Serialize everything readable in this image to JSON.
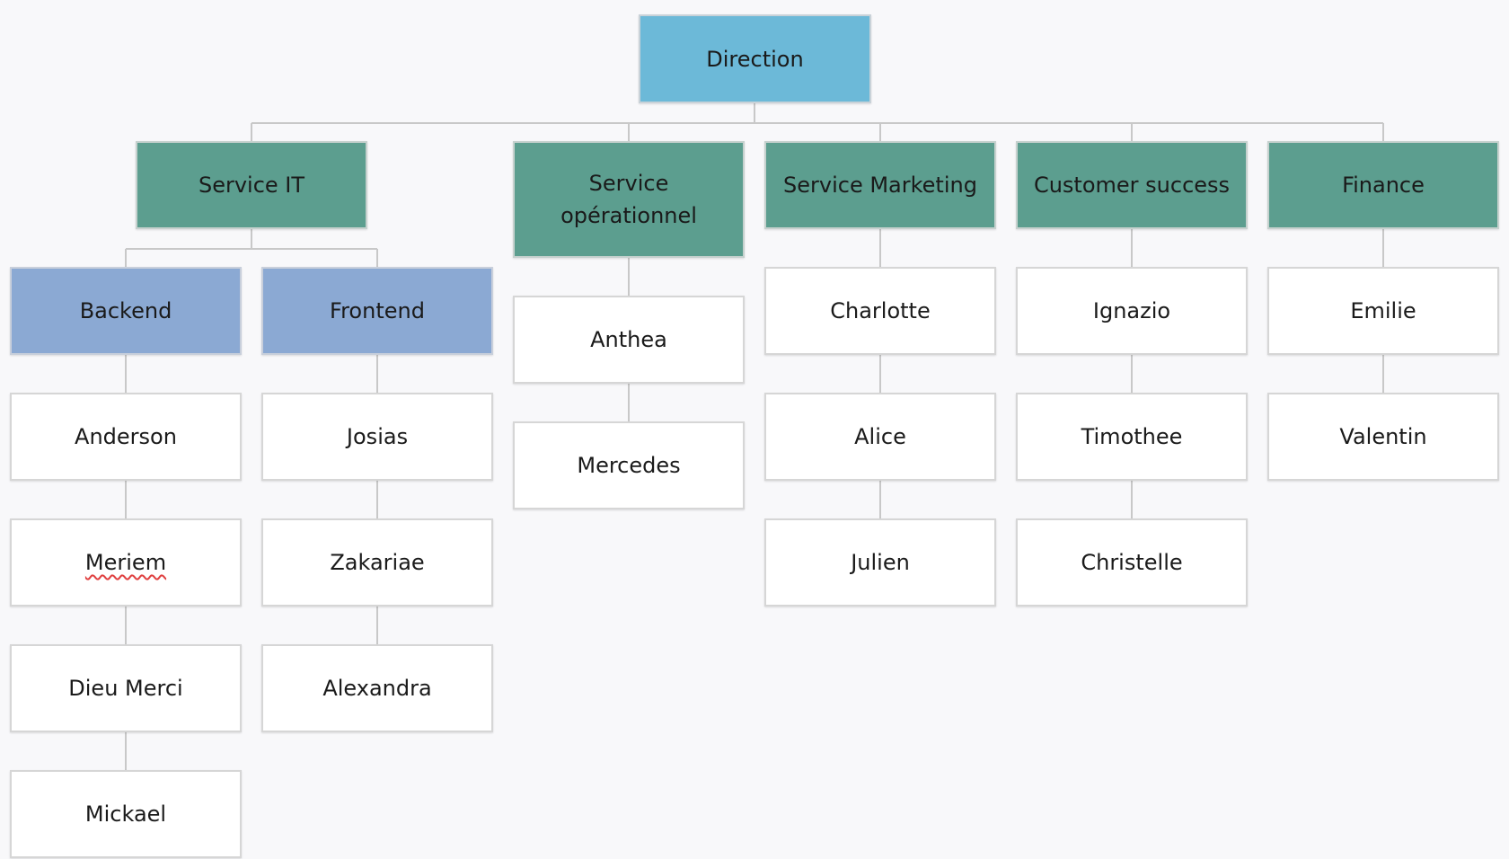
{
  "chart": {
    "root": "Direction",
    "departments": [
      {
        "name": "Service IT",
        "teams": [
          {
            "name": "Backend",
            "members": [
              "Anderson",
              "Meriem",
              "Dieu Merci",
              "Mickael"
            ]
          },
          {
            "name": "Frontend",
            "members": [
              "Josias",
              "Zakariae",
              "Alexandra"
            ]
          }
        ]
      },
      {
        "name": "Service opérationnel",
        "members": [
          "Anthea",
          "Mercedes"
        ]
      },
      {
        "name": "Service Marketing",
        "members": [
          "Charlotte",
          "Alice",
          "Julien"
        ]
      },
      {
        "name": "Customer success",
        "members": [
          "Ignazio",
          "Timothee",
          "Christelle"
        ]
      },
      {
        "name": "Finance",
        "members": [
          "Emilie",
          "Valentin"
        ]
      }
    ]
  },
  "colors": {
    "root": "#6cb9d8",
    "department": "#5c9e8f",
    "team": "#8ba9d3",
    "person": "#ffffff",
    "connector": "#c8c8c8",
    "spellcheck_underline": "#e04040"
  }
}
